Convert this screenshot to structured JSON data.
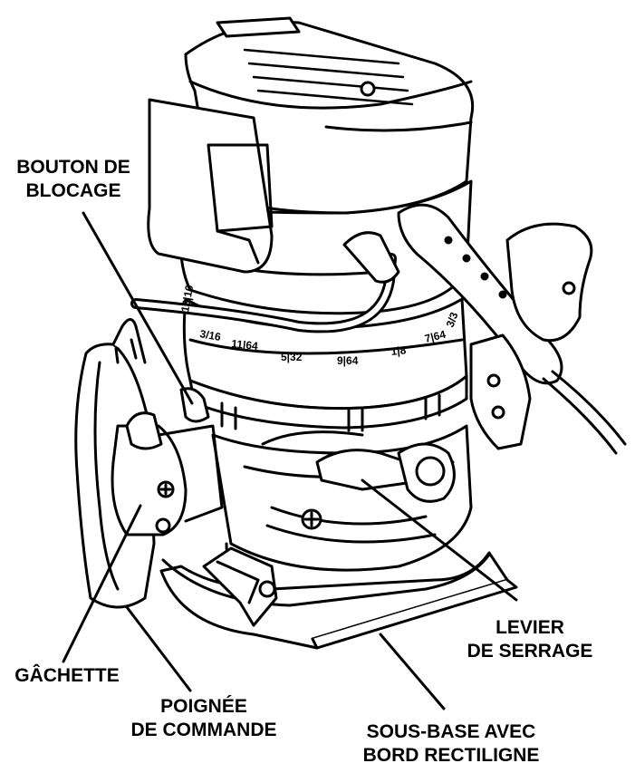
{
  "labels": {
    "bouton_line1": "BOUTON DE",
    "bouton_line2": "BLOCAGE",
    "levier_line1": "LEVIER",
    "levier_line2": "DE SERRAGE",
    "gachette": "GÂCHETTE",
    "poignee_line1": "POIGNÉE",
    "poignee_line2": "DE COMMANDE",
    "sousbase_line1": "SOUS-BASE AVEC",
    "sousbase_line2": "BORD RECTILIGNE"
  },
  "dial_marks": [
    "13|16",
    "3/16",
    "11|64",
    "5|32",
    "9|64",
    "1|8",
    "7|64",
    "3/3"
  ],
  "colors": {
    "ink": "#000000",
    "paper": "#ffffff"
  }
}
